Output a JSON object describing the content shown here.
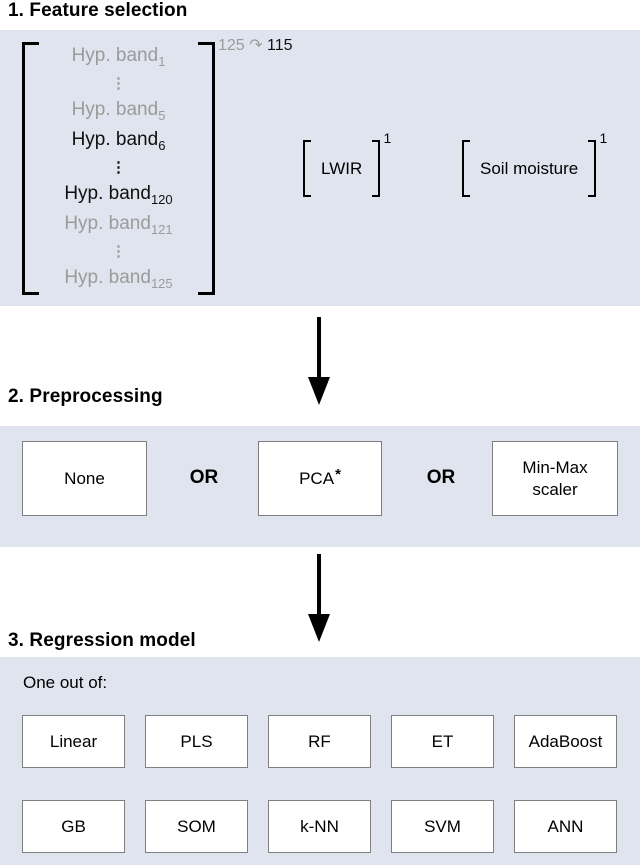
{
  "colors": {
    "panel_bg": "#e0e4ee",
    "box_fill": "#ffffff",
    "box_border": "#7f7f7f",
    "gray_text": "#9b9b9b",
    "black_text": "#000000",
    "arrow": "#000000"
  },
  "section1": {
    "heading": "1. Feature selection",
    "matrix": {
      "rows": [
        {
          "text": "Hyp. band",
          "sub": "1"
        },
        {
          "text": "⋮"
        },
        {
          "text": "Hyp. band",
          "sub": "5"
        },
        {
          "text": "Hyp. band",
          "sub": "6"
        },
        {
          "text": "⋮"
        },
        {
          "text": "Hyp. band",
          "sub": "120"
        },
        {
          "text": "Hyp. band",
          "sub": "121"
        },
        {
          "text": "⋮"
        },
        {
          "text": "Hyp. band",
          "sub": "125"
        }
      ],
      "note": {
        "from": "125",
        "arrow": "↷",
        "to": "115"
      }
    },
    "vectors": [
      {
        "label": "LWIR",
        "sup": "1"
      },
      {
        "label": "Soil moisture",
        "sup": "1"
      }
    ]
  },
  "section2": {
    "heading": "2. Preprocessing",
    "or_label": "OR",
    "options": [
      {
        "label": "None"
      },
      {
        "label": "PCA",
        "sup": "*"
      },
      {
        "label": "Min-Max scaler"
      }
    ]
  },
  "section3": {
    "heading": "3. Regression model",
    "intro": "One out of:",
    "row1": [
      "Linear",
      "PLS",
      "RF",
      "ET",
      "AdaBoost"
    ],
    "row2": [
      "GB",
      "SOM",
      "k-NN",
      "SVM",
      "ANN"
    ]
  }
}
